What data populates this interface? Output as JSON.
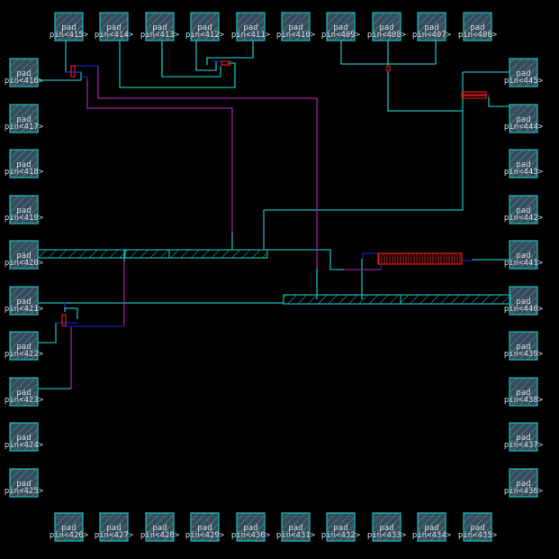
{
  "view": {
    "title": "pad ring layout"
  },
  "colors": {
    "background": "#000000",
    "pad_border": "#19b5b5",
    "pad_fill": "#3c4a5a",
    "metal1": "#19b5b5",
    "metal2": "#a020a0",
    "metal3": "#1a1ab0",
    "poly": "#cc1a1a",
    "label": "#d8d8d8"
  },
  "pad_type": "pad",
  "pads": {
    "top": [
      "pin415",
      "pin414",
      "pin413",
      "pin412",
      "pin411",
      "pin410",
      "pin409",
      "pin408",
      "pin407",
      "pin406"
    ],
    "left": [
      "pin416",
      "pin417",
      "pin418",
      "pin419",
      "pin420",
      "pin421",
      "pin422",
      "pin423",
      "pin424",
      "pin425"
    ],
    "bottom": [
      "pin426",
      "pin427",
      "pin428",
      "pin429",
      "pin430",
      "pin431",
      "pin432",
      "pin433",
      "pin434",
      "pin435"
    ],
    "right": [
      "pin445",
      "pin444",
      "pin443",
      "pin442",
      "pin441",
      "pin440",
      "pin439",
      "pin438",
      "pin437",
      "pin436"
    ]
  }
}
